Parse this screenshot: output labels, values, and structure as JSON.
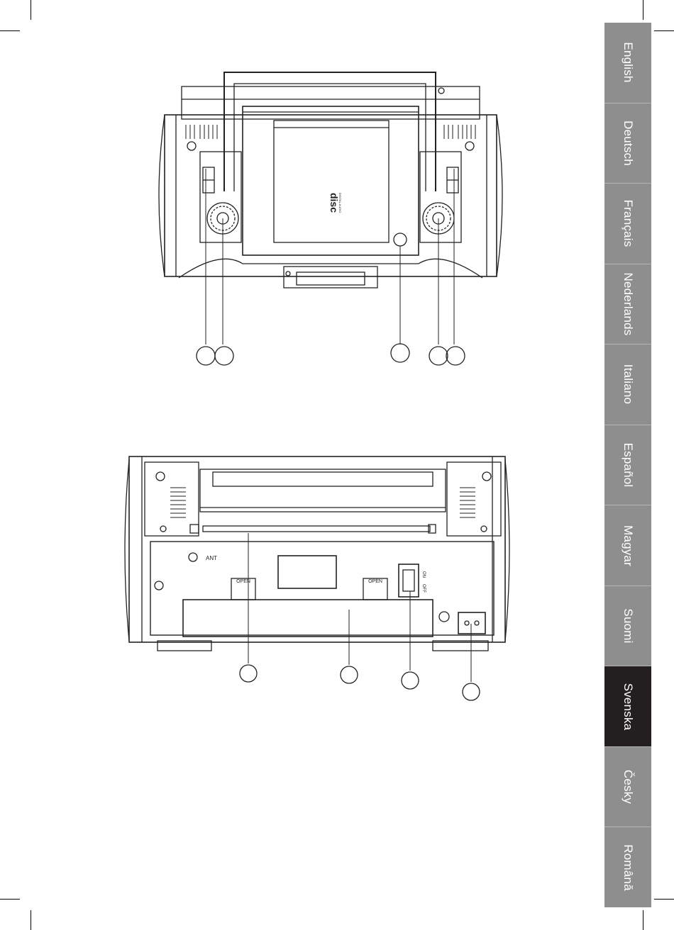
{
  "language_tabs": {
    "items": [
      {
        "label": "English",
        "active": false
      },
      {
        "label": "Deutsch",
        "active": false
      },
      {
        "label": "Français",
        "active": false
      },
      {
        "label": "Nederlands",
        "active": false
      },
      {
        "label": "Italiano",
        "active": false
      },
      {
        "label": "Español",
        "active": false
      },
      {
        "label": "Magyar",
        "active": false
      },
      {
        "label": "Suomi",
        "active": false
      },
      {
        "label": "Svenska",
        "active": true
      },
      {
        "label": "Česky",
        "active": false
      },
      {
        "label": "Română",
        "active": false
      }
    ],
    "color_active": "#231f20",
    "color_inactive": "#8e8e8e"
  },
  "front_view": {
    "lid_logo": "disc",
    "lid_logo_sub": "DIGITAL AUDIO"
  },
  "rear_view": {
    "antenna_jack": "ANT",
    "battery_latch_left": "OPEN",
    "battery_latch_right": "OPEN",
    "power_switch_on": "ON",
    "power_switch_off": "OFF"
  }
}
